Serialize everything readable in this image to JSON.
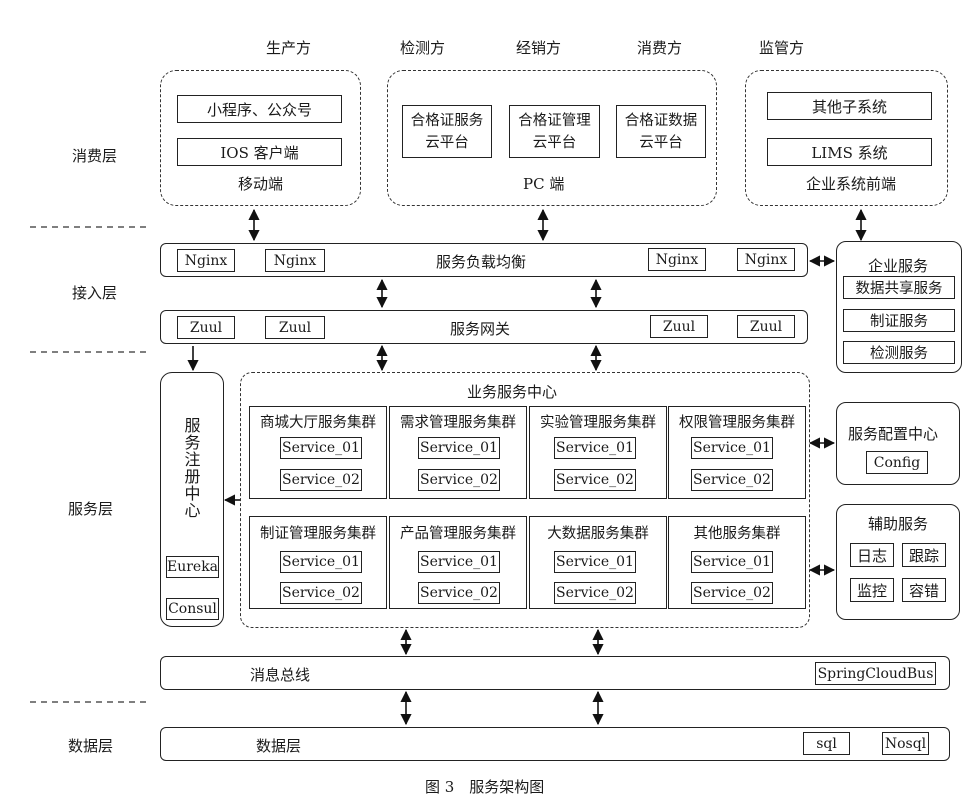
{
  "parties": [
    "生产方",
    "检测方",
    "经销方",
    "消费方",
    "监管方"
  ],
  "layers": {
    "consumer": "消费层",
    "access": "接入层",
    "service": "服务层",
    "data": "数据层"
  },
  "mobile": {
    "items": [
      "小程序、公众号",
      "IOS 客户端"
    ],
    "label": "移动端"
  },
  "pc": {
    "platforms": [
      "合格证服务云平台",
      "合格证管理云平台",
      "合格证数据云平台"
    ],
    "label": "PC 端"
  },
  "enterprise_system": {
    "items": [
      "其他子系统",
      "LIMS 系统"
    ],
    "label": "企业系统前端"
  },
  "load_balancer": {
    "label": "服务负载均衡",
    "nodes": [
      "Nginx",
      "Nginx",
      "Nginx",
      "Nginx"
    ]
  },
  "gateway": {
    "label": "服务网关",
    "nodes": [
      "Zuul",
      "Zuul",
      "Zuul",
      "Zuul"
    ]
  },
  "enterprise_services": {
    "title": "企业服务",
    "items": [
      "数据共享服务",
      "制证服务",
      "检测服务"
    ]
  },
  "registry": {
    "title": "服务注册中心",
    "items": [
      "Eureka",
      "Consul"
    ]
  },
  "business_center": {
    "title": "业务服务中心",
    "clusters": [
      {
        "name": "商城大厅服务集群",
        "services": [
          "Service_01",
          "Service_02"
        ]
      },
      {
        "name": "需求管理服务集群",
        "services": [
          "Service_01",
          "Service_02"
        ]
      },
      {
        "name": "实验管理服务集群",
        "services": [
          "Service_01",
          "Service_02"
        ]
      },
      {
        "name": "权限管理服务集群",
        "services": [
          "Service_01",
          "Service_02"
        ]
      },
      {
        "name": "制证管理服务集群",
        "services": [
          "Service_01",
          "Service_02"
        ]
      },
      {
        "name": "产品管理服务集群",
        "services": [
          "Service_01",
          "Service_02"
        ]
      },
      {
        "name": "大数据服务集群",
        "services": [
          "Service_01",
          "Service_02"
        ]
      },
      {
        "name": "其他服务集群",
        "services": [
          "Service_01",
          "Service_02"
        ]
      }
    ]
  },
  "config_center": {
    "title": "服务配置中心",
    "item": "Config"
  },
  "aux_services": {
    "title": "辅助服务",
    "items": [
      "日志",
      "跟踪",
      "监控",
      "容错"
    ]
  },
  "message_bus": {
    "label": "消息总线",
    "item": "SpringCloudBus"
  },
  "data_layer": {
    "label": "数据层",
    "items": [
      "sql",
      "Nosql"
    ]
  },
  "caption": "图 3　服务架构图"
}
